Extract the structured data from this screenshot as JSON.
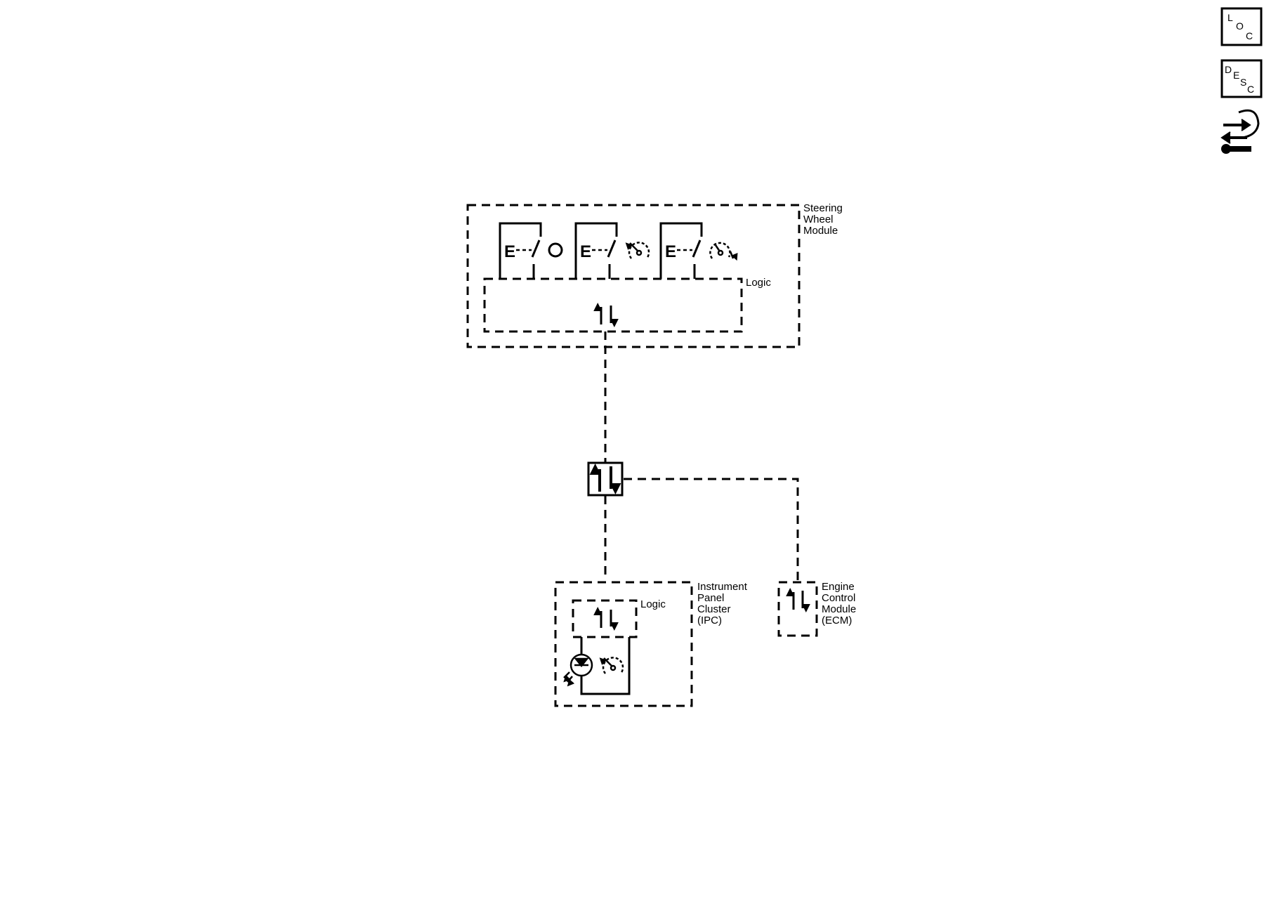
{
  "corner_icons": {
    "loc": [
      "L",
      "O",
      "C"
    ],
    "desc": [
      "D",
      "E",
      "S",
      "C"
    ],
    "diagnostic_icon": "wrench-arrows-icon"
  },
  "steering_wheel_module": {
    "name": [
      "Steering",
      "Wheel",
      "Module"
    ],
    "logic_label": "Logic",
    "switches": [
      {
        "symbol": "E",
        "indicator_icon": "circle-icon"
      },
      {
        "symbol": "E",
        "indicator_icon": "speedometer-icon"
      },
      {
        "symbol": "E",
        "indicator_icon": "speedometer-decrease-icon"
      }
    ]
  },
  "serial_data_splice": {
    "icon": "bidirectional-arrows-icon"
  },
  "instrument_panel_cluster": {
    "name": [
      "Instrument",
      "Panel",
      "Cluster",
      "(IPC)"
    ],
    "logic_label": "Logic",
    "indicator_icons": [
      "led-icon",
      "speedometer-icon"
    ]
  },
  "engine_control_module": {
    "name": [
      "Engine",
      "Control",
      "Module",
      "(ECM)"
    ]
  }
}
